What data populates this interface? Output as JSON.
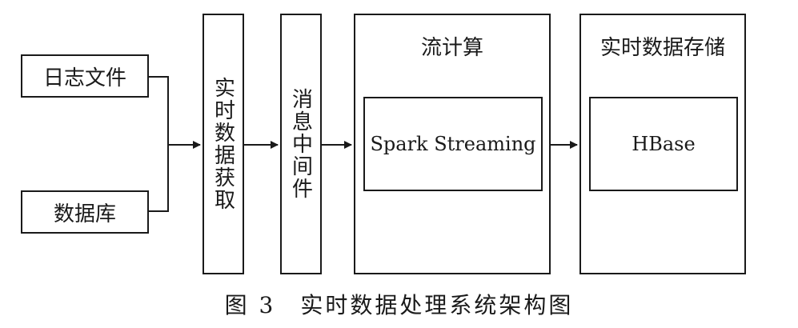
{
  "sources": {
    "log_files": "日志文件",
    "database": "数据库"
  },
  "stages": {
    "acquisition": "实时数据获取",
    "middleware": "消息中间件",
    "stream_compute": {
      "title": "流计算",
      "engine": "Spark Streaming"
    },
    "storage": {
      "title": "实时数据存储",
      "engine": "HBase"
    }
  },
  "caption": "图 3　实时数据处理系统架构图"
}
